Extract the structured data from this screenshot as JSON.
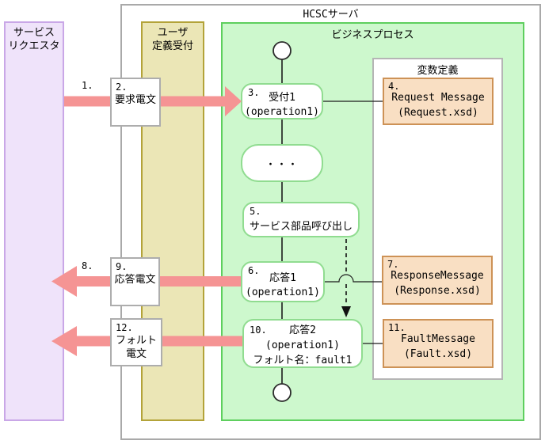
{
  "title": "HCSCサーバ",
  "lanes": {
    "service_requester": "サービス\nリクエスタ",
    "user_reception": "ユーザ\n定義受付",
    "business_process": "ビジネスプロセス",
    "variable_definition": "変数定義"
  },
  "process_nodes": {
    "reception": {
      "num": "3.",
      "title": "受付1",
      "operation": "(operation1)"
    },
    "ellipsis": "・・・",
    "invoke_service": {
      "num": "5.",
      "title": "サービス部品呼び出し"
    },
    "reply1": {
      "num": "6.",
      "title": "応答1",
      "operation": "(operation1)"
    },
    "reply2": {
      "num": "10.",
      "title": "応答2",
      "operation": "(operation1)",
      "fault_name": "フォルト名：fault1"
    }
  },
  "variables": {
    "request": {
      "num": "4.",
      "name": "Request Message",
      "schema": "(Request.xsd)"
    },
    "response": {
      "num": "7.",
      "name": "ResponseMessage",
      "schema": "(Response.xsd)"
    },
    "fault": {
      "num": "11.",
      "name": "FaultMessage",
      "schema": "(Fault.xsd)"
    }
  },
  "messages": {
    "request": {
      "flow_num": "1.",
      "box_num": "2.",
      "label": "要求電文"
    },
    "response": {
      "flow_num": "8.",
      "box_num": "9.",
      "label": "応答電文"
    },
    "fault": {
      "box_num": "12.",
      "label": "フォルト\n電文"
    }
  },
  "colors": {
    "requester_fill": "#efe3fa",
    "requester_border": "#c9a7e7",
    "reception_fill": "#ebe6b6",
    "reception_border": "#b3a339",
    "process_fill": "#cdf8cd",
    "process_border": "#5ecf5e",
    "node_border": "#90dc90",
    "variable_fill": "#f9dfc3",
    "variable_border": "#cd9256",
    "message_arrow": "#f59494",
    "frame_border": "#a9a9a9"
  }
}
